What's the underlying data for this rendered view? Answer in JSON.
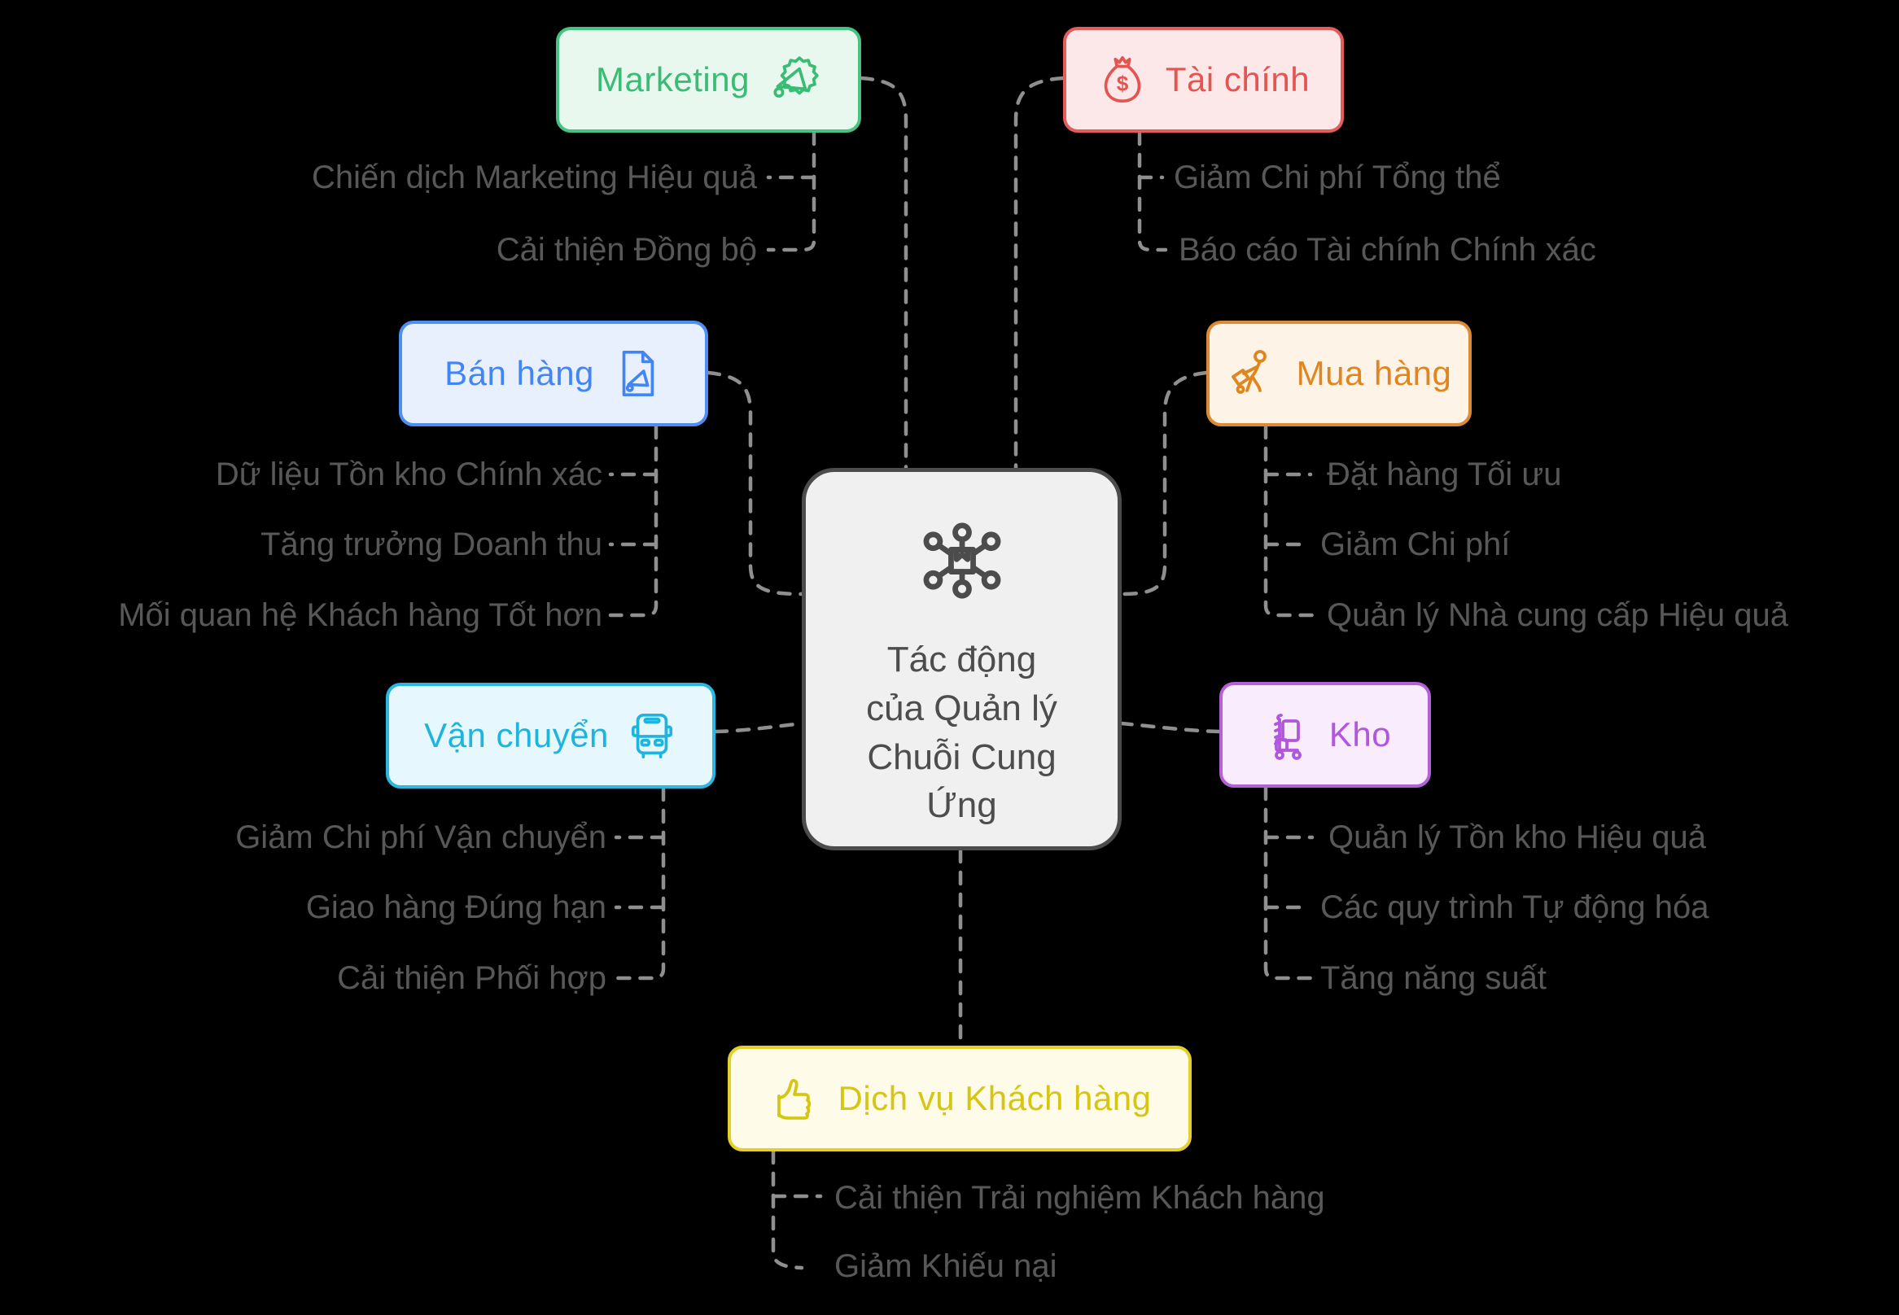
{
  "diagram_title": "Tác động của Quản lý Chuỗi Cung Ứng",
  "center": {
    "label": "Tác động\ncủa Quản lý\nChuỗi Cung\nỨng",
    "icon": "supply-network-icon"
  },
  "branches": [
    {
      "name": "marketing",
      "label": "Marketing",
      "icon": "megaphone-seal-icon",
      "accent": "#3abc74",
      "border": "#46c382",
      "fill": "#e9f8ef",
      "items": [
        "Chiến dịch Marketing Hiệu quả",
        "Cải thiện Đồng bộ"
      ]
    },
    {
      "name": "tai-chinh",
      "label": "Tài chính",
      "icon": "money-bag-icon",
      "accent": "#e45450",
      "border": "#e25d5b",
      "fill": "#fce8e8",
      "items": [
        "Giảm Chi phí Tổng thể",
        "Báo cáo Tài chính Chính xác"
      ]
    },
    {
      "name": "ban-hang",
      "label": "Bán hàng",
      "icon": "sales-announcement-icon",
      "accent": "#4285f4",
      "border": "#4e8df2",
      "fill": "#e9f0fd",
      "items": [
        "Dữ liệu Tồn kho Chính xác",
        "Tăng trưởng Doanh thu",
        "Mối quan hệ Khách hàng Tốt hơn"
      ]
    },
    {
      "name": "mua-hang",
      "label": "Mua hàng",
      "icon": "buyer-cart-icon",
      "accent": "#df861f",
      "border": "#dd8a36",
      "fill": "#fdf3e6",
      "items": [
        "Đặt hàng Tối ưu",
        "Giảm Chi phí",
        "Quản lý Nhà cung cấp Hiệu quả"
      ]
    },
    {
      "name": "van-chuyen",
      "label": "Vận chuyển",
      "icon": "bus-icon",
      "accent": "#1fb4dd",
      "border": "#2ab7e0",
      "fill": "#e6f8fd",
      "items": [
        "Giảm Chi phí Vận chuyển",
        "Giao hàng Đúng hạn",
        "Cải thiện Phối hợp"
      ]
    },
    {
      "name": "kho",
      "label": "Kho",
      "icon": "hand-truck-icon",
      "accent": "#b156dd",
      "border": "#b55fd9",
      "fill": "#f9ecfd",
      "items": [
        "Quản lý Tồn kho Hiệu quả",
        "Các quy trình Tự động hóa",
        "Tăng năng suất"
      ]
    },
    {
      "name": "dich-vu-khach-hang",
      "label": "Dịch vụ Khách hàng",
      "icon": "thumbs-up-icon",
      "accent": "#d7c513",
      "border": "#e4cf2b",
      "fill": "#fefce8",
      "items": [
        "Cải thiện Trải nghiệm Khách hàng",
        "Giảm Khiếu nại"
      ]
    }
  ],
  "colors": {
    "bg": "#000000",
    "connector": "#8f8f8f",
    "leaf_text": "#585858",
    "center_border": "#4c4c4c",
    "center_fill": "#f0f0f0",
    "center_text": "#4d4d4d"
  }
}
